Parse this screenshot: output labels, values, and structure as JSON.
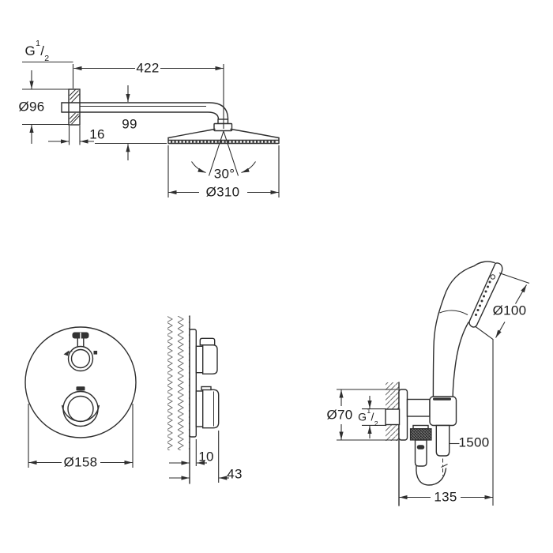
{
  "drawing": {
    "title": "shower-system-technical-drawing",
    "background": "#ffffff",
    "line_color": "#2e2e2e"
  },
  "labels": {
    "g_thread_top": {
      "prefix": "G",
      "numerator": "1",
      "slash": "/",
      "denominator": "2"
    },
    "arm_length": "422",
    "flange_diameter": "Ø96",
    "drop_height": "99",
    "flange_depth": "16",
    "spray_angle": "30°",
    "head_diameter": "Ø310",
    "trim_diameter": "Ø158",
    "trim_depth": "10",
    "knob_depth": "43",
    "hand_shower_diameter": "Ø100",
    "holder_escutcheon_diameter": "Ø70",
    "g_thread_bottom": {
      "prefix": "G",
      "numerator": "1",
      "slash": "/",
      "denominator": "2"
    },
    "hose_length": "1500",
    "holder_offset": "135"
  }
}
